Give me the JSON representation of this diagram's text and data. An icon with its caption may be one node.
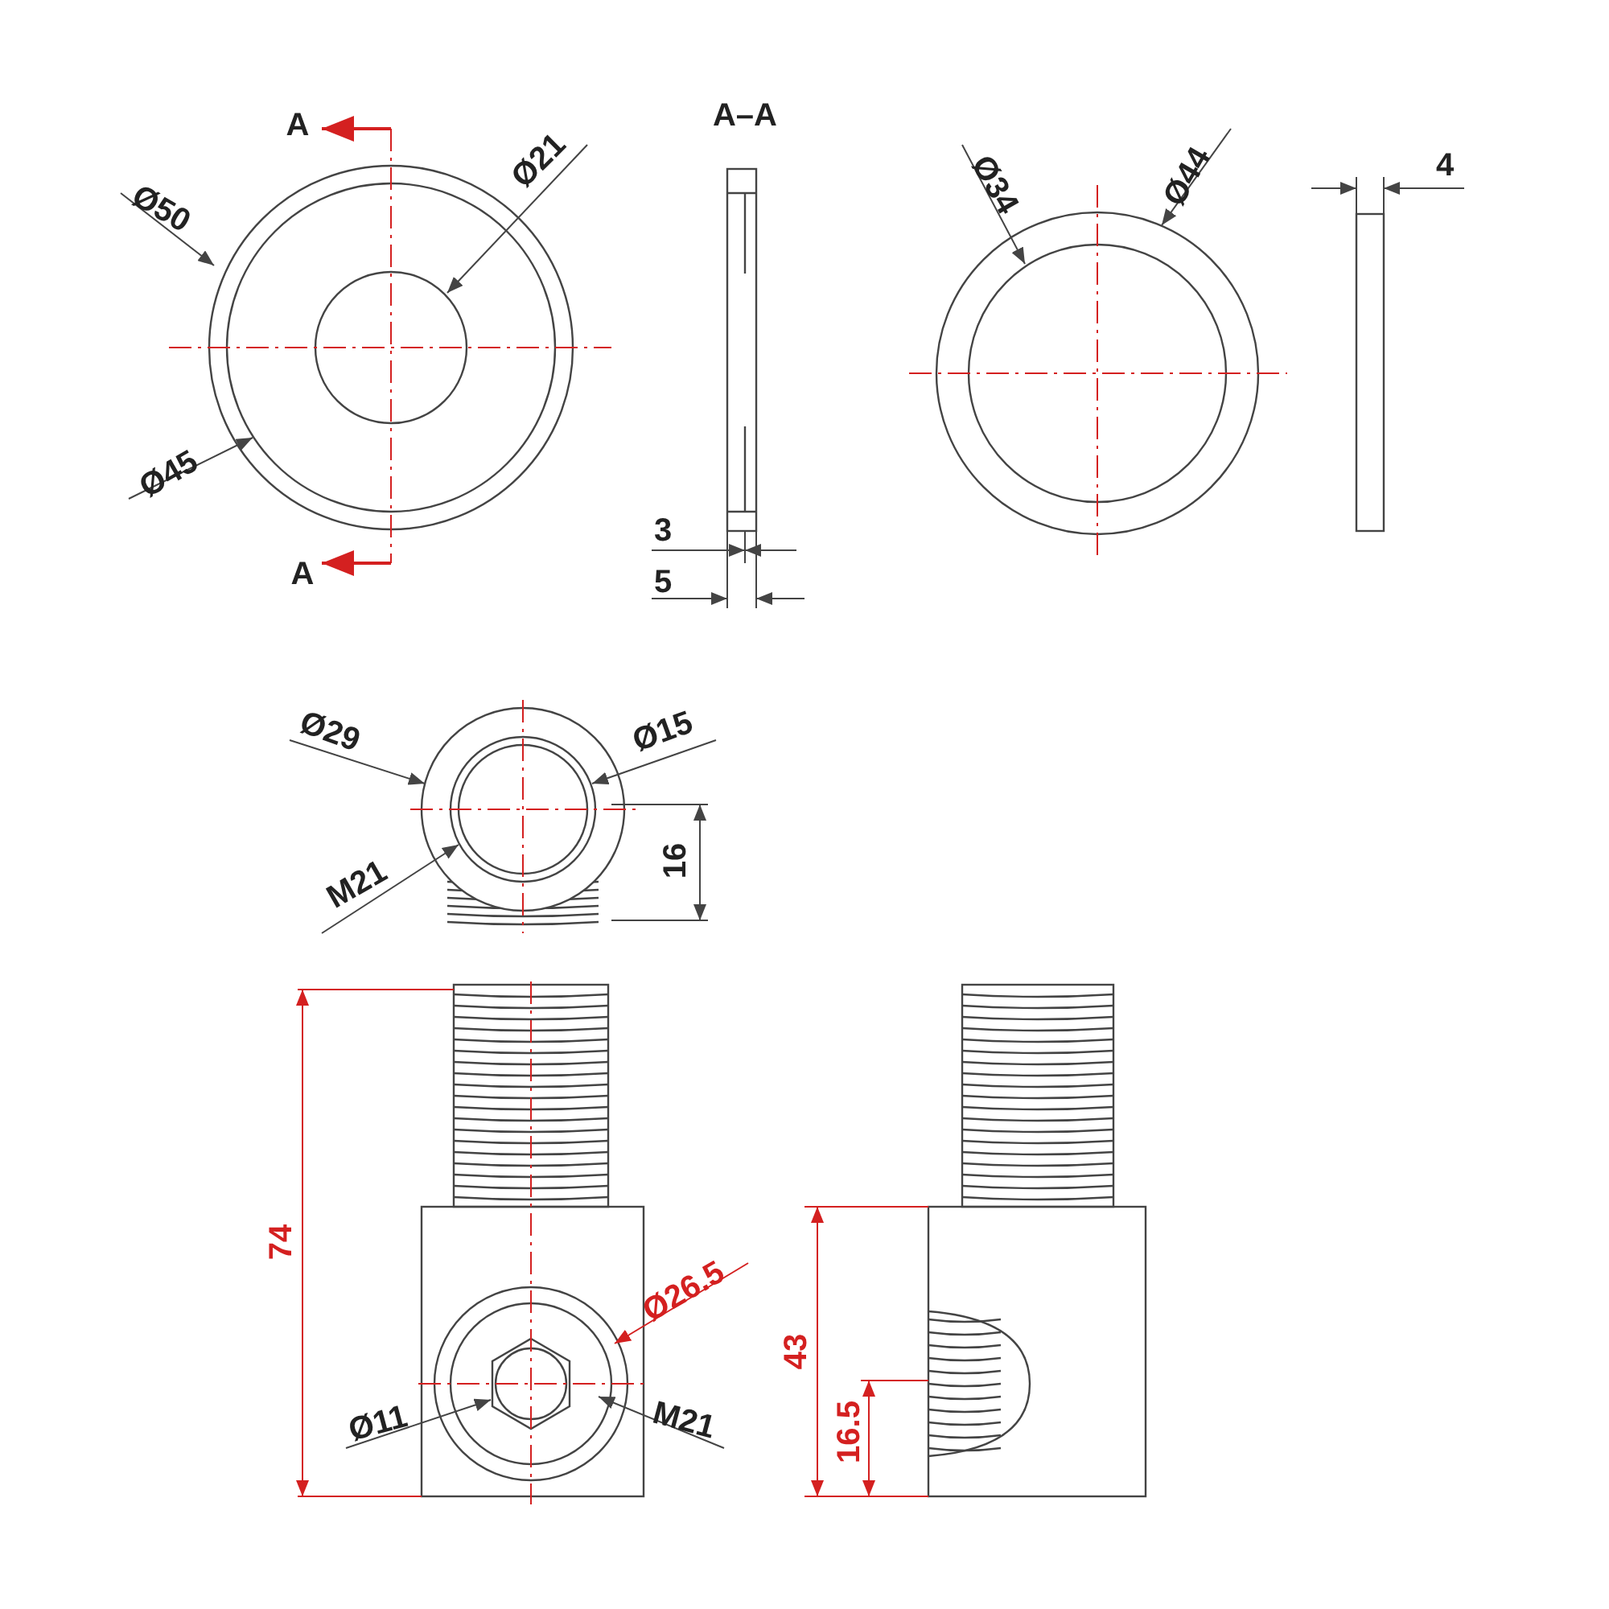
{
  "diagram": {
    "labels": [
      "A",
      "A",
      "A–A",
      "Ø50",
      "Ø21",
      "Ø45",
      "3",
      "5",
      "Ø34",
      "Ø44",
      "4",
      "Ø29",
      "Ø15",
      "M21",
      "16",
      "74",
      "Ø26.5",
      "Ø11",
      "M21",
      "43",
      "16.5"
    ]
  }
}
